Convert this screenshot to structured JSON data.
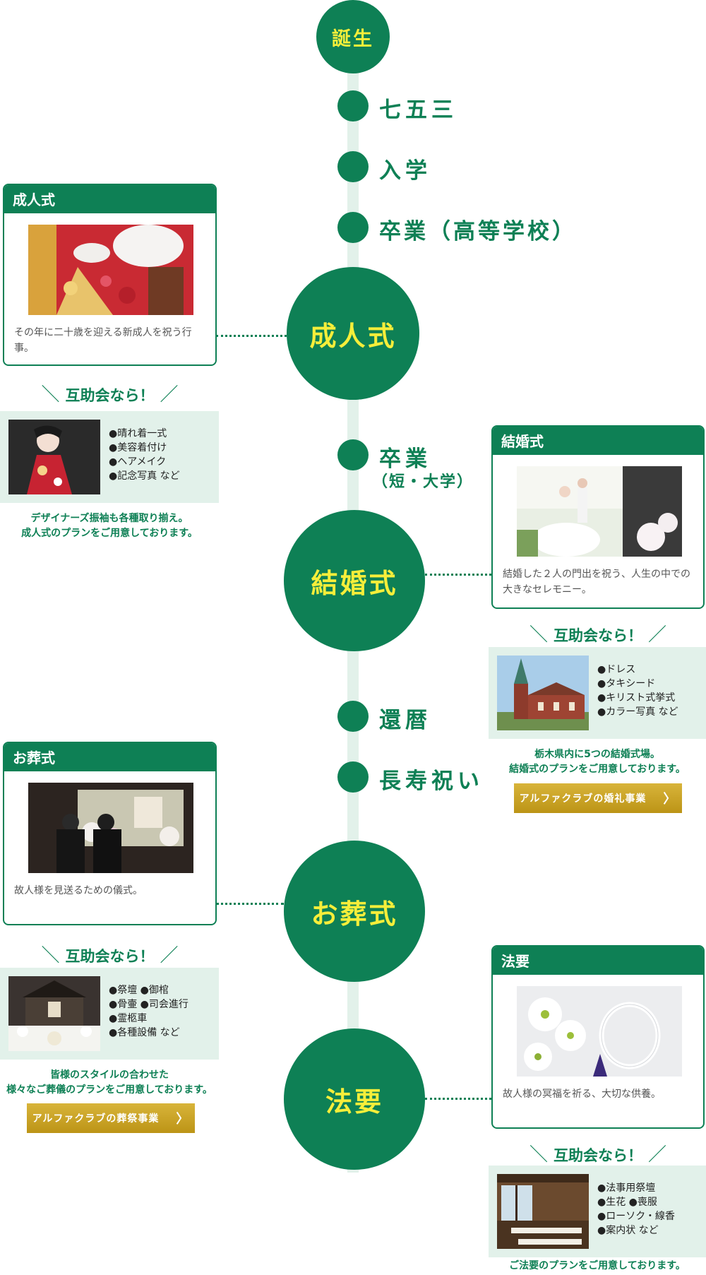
{
  "timeline": {
    "birth": "誕生",
    "minor": [
      {
        "label": "七五三"
      },
      {
        "label": "入学"
      },
      {
        "label": "卒業（高等学校）"
      },
      {
        "label": "卒業",
        "sub": "（短・大学）"
      },
      {
        "label": "還暦"
      },
      {
        "label": "長寿祝い"
      }
    ],
    "major": {
      "seijinshiki": "成人式",
      "kekkonshiki": "結婚式",
      "ososhiki": "お葬式",
      "hoyo": "法要"
    }
  },
  "cards": {
    "seijinshiki": {
      "title": "成人式",
      "desc": "その年に二十歳を迎える新成人を祝う行事。",
      "kojo": "互助会なら！",
      "benefits": [
        "●晴れ着一式",
        "●美容着付け",
        "●ヘアメイク",
        "●記念写真 など"
      ],
      "note_lines": [
        "デザイナーズ振袖も各種取り揃え。",
        "成人式のプランをご用意しております。"
      ]
    },
    "kekkonshiki": {
      "title": "結婚式",
      "desc": "結婚した２人の門出を祝う、人生の中での大きなセレモニー。",
      "kojo": "互助会なら！",
      "benefits": [
        "●ドレス",
        "●タキシード",
        "●キリスト式挙式",
        "●カラー写真 など"
      ],
      "note_lines": [
        "栃木県内に5つの結婚式場。",
        "結婚式のプランをご用意しております。"
      ],
      "button": "アルファクラブの婚礼事業"
    },
    "ososhiki": {
      "title": "お葬式",
      "desc": "故人様を見送るための儀式。",
      "kojo": "互助会なら！",
      "benefits": [
        "●祭壇 ●御棺",
        "●骨壷 ●司会進行",
        "●霊柩車",
        "●各種設備 など"
      ],
      "note_lines": [
        "皆様のスタイルの合わせた",
        "様々なご葬儀のプランをご用意しております。"
      ],
      "button": "アルファクラブの葬祭事業"
    },
    "hoyo": {
      "title": "法要",
      "desc": "故人様の冥福を祈る、大切な供養。",
      "kojo": "互助会なら！",
      "benefits": [
        "●法事用祭壇",
        "●生花 ●喪服",
        "●ローソク・線香",
        "●案内状 など"
      ],
      "note_lines": [
        "ご法要のプランをご用意しております。"
      ]
    }
  },
  "colors": {
    "green": "#0e8055",
    "light_green": "#e2f1ea",
    "yellow": "#f6ee3a",
    "gold": "#c9a227"
  },
  "icons": {
    "button_chevron": "chevron-right-icon"
  }
}
